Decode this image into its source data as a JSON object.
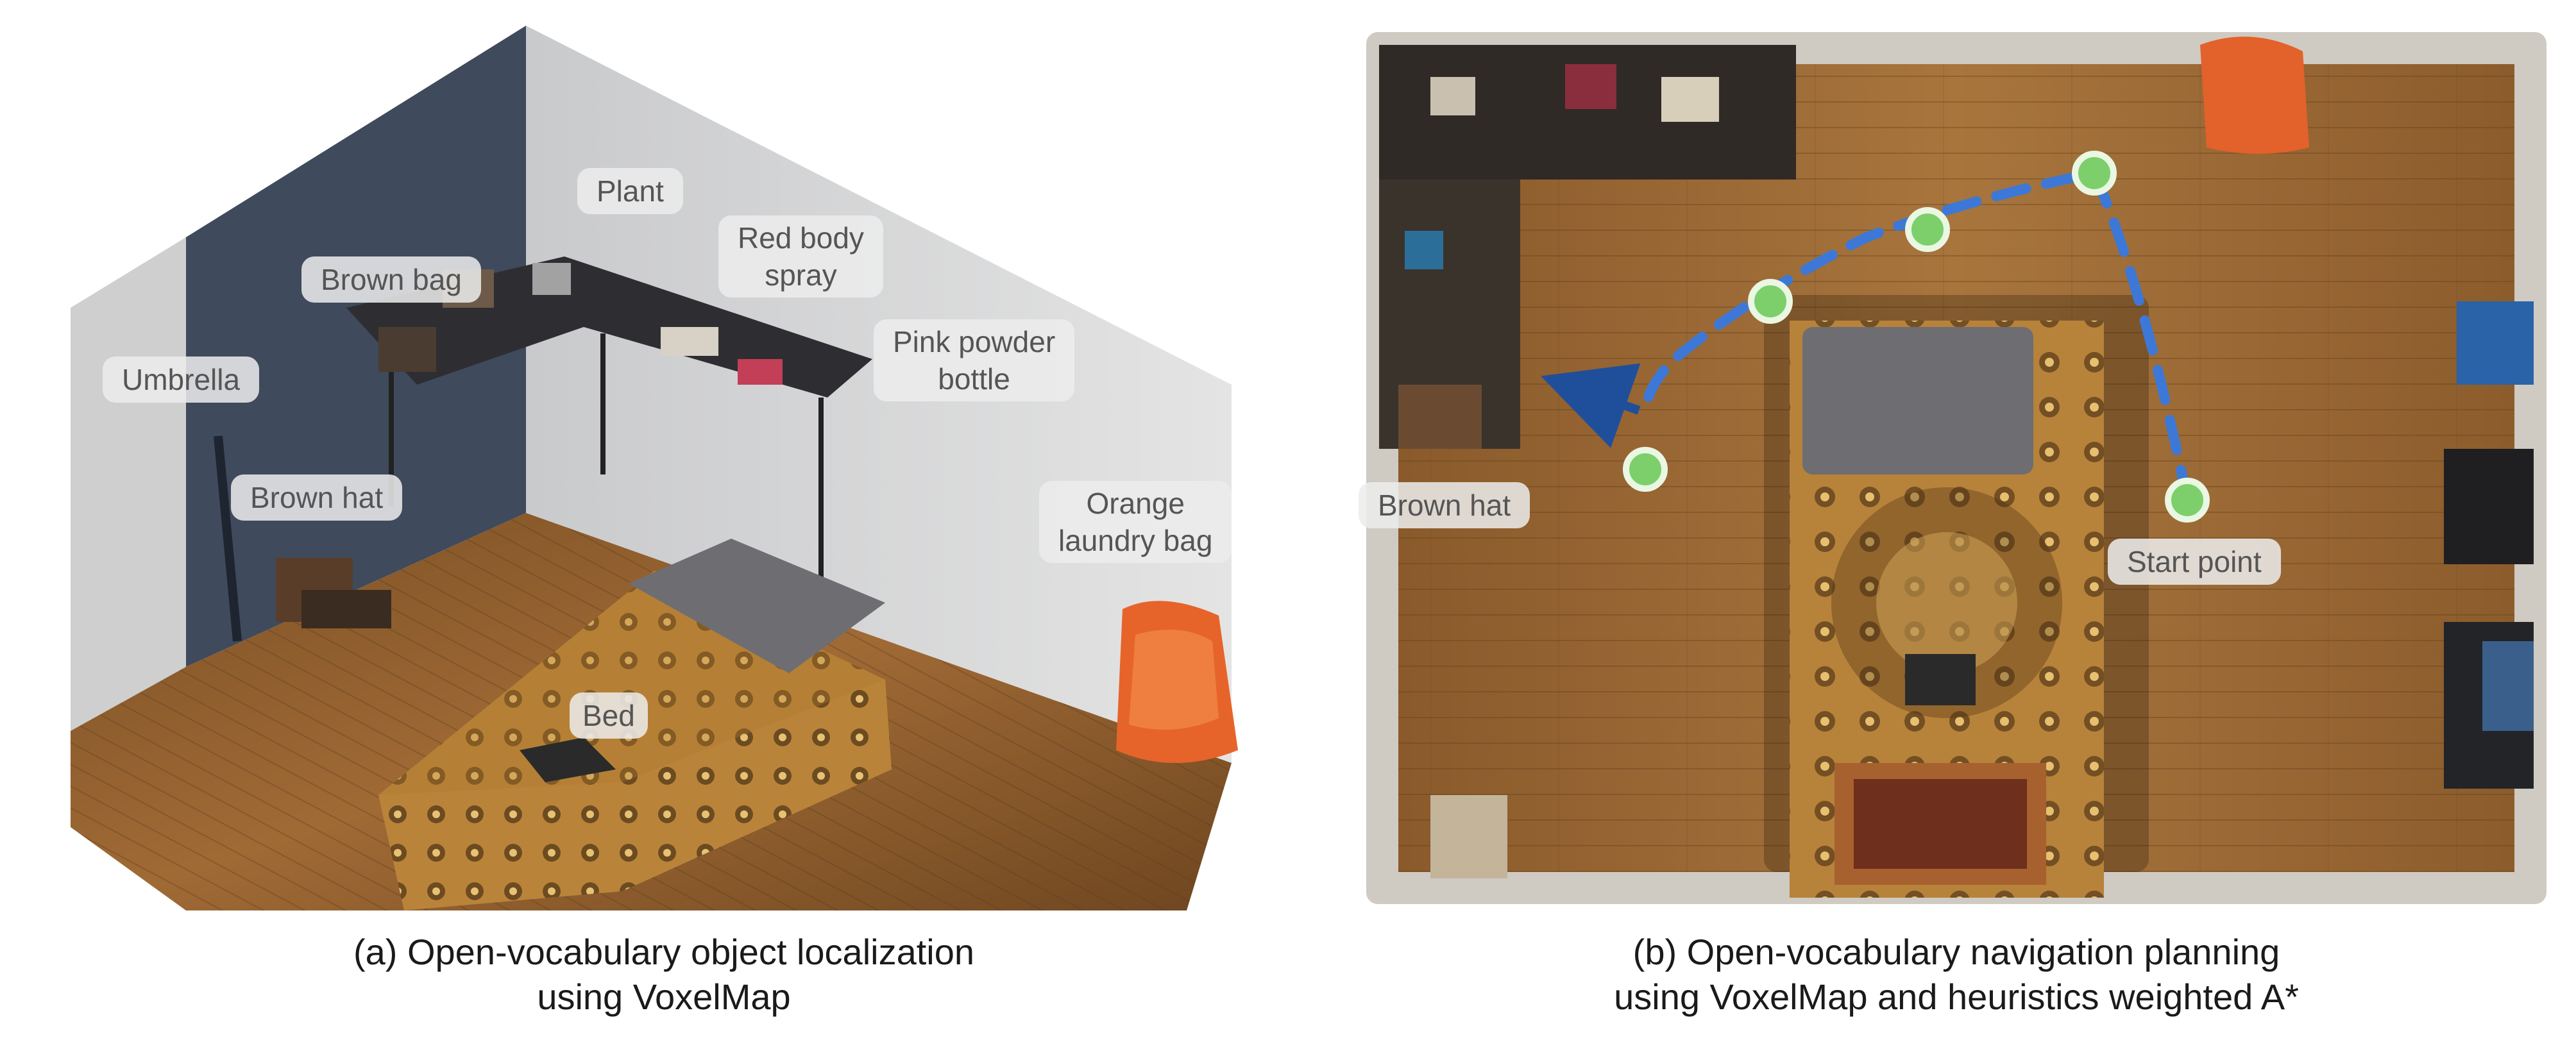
{
  "panel_a": {
    "labels": {
      "plant": "Plant",
      "red_body_spray": [
        "Red body",
        "spray"
      ],
      "brown_bag": "Brown bag",
      "umbrella": "Umbrella",
      "pink_powder_bottle": [
        "Pink powder",
        "bottle"
      ],
      "brown_hat": "Brown hat",
      "orange_laundry_bag": [
        "Orange",
        "laundry bag"
      ],
      "bed": "Bed"
    },
    "caption": [
      "(a) Open-vocabulary object localization",
      "using VoxelMap"
    ]
  },
  "panel_b": {
    "labels": {
      "brown_hat": "Brown hat",
      "start_point": "Start point"
    },
    "caption": [
      "(b) Open-vocabulary navigation planning",
      "using VoxelMap and heuristics weighted A*"
    ],
    "path_colors": {
      "path": "#3e78d6",
      "waypoint": "#7ccf6b",
      "arrow": "#1f4f9a"
    }
  }
}
